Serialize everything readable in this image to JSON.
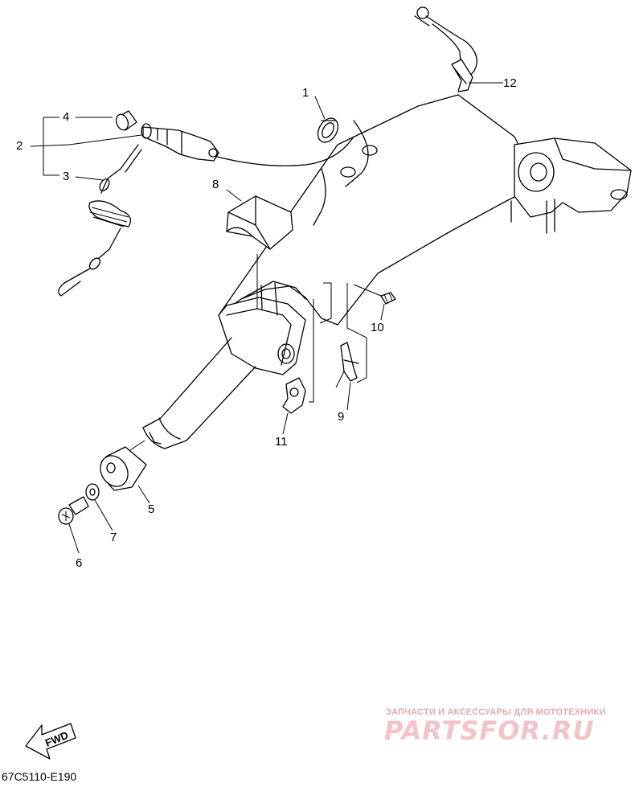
{
  "callouts": {
    "c1": "1",
    "c2": "2",
    "c3": "3",
    "c4": "4",
    "c5": "5",
    "c6": "6",
    "c7": "7",
    "c8": "8",
    "c9": "9",
    "c10": "10",
    "c11": "11",
    "c12": "12"
  },
  "fwd_label": "FWD",
  "drawing_code": "67C5110-E190",
  "watermark": {
    "line1": "ЗАПЧАСТИ И АКСЕССУАРЫ ДЛЯ МОТОТЕХНИКИ",
    "line2": "PARTSFOR.RU"
  }
}
